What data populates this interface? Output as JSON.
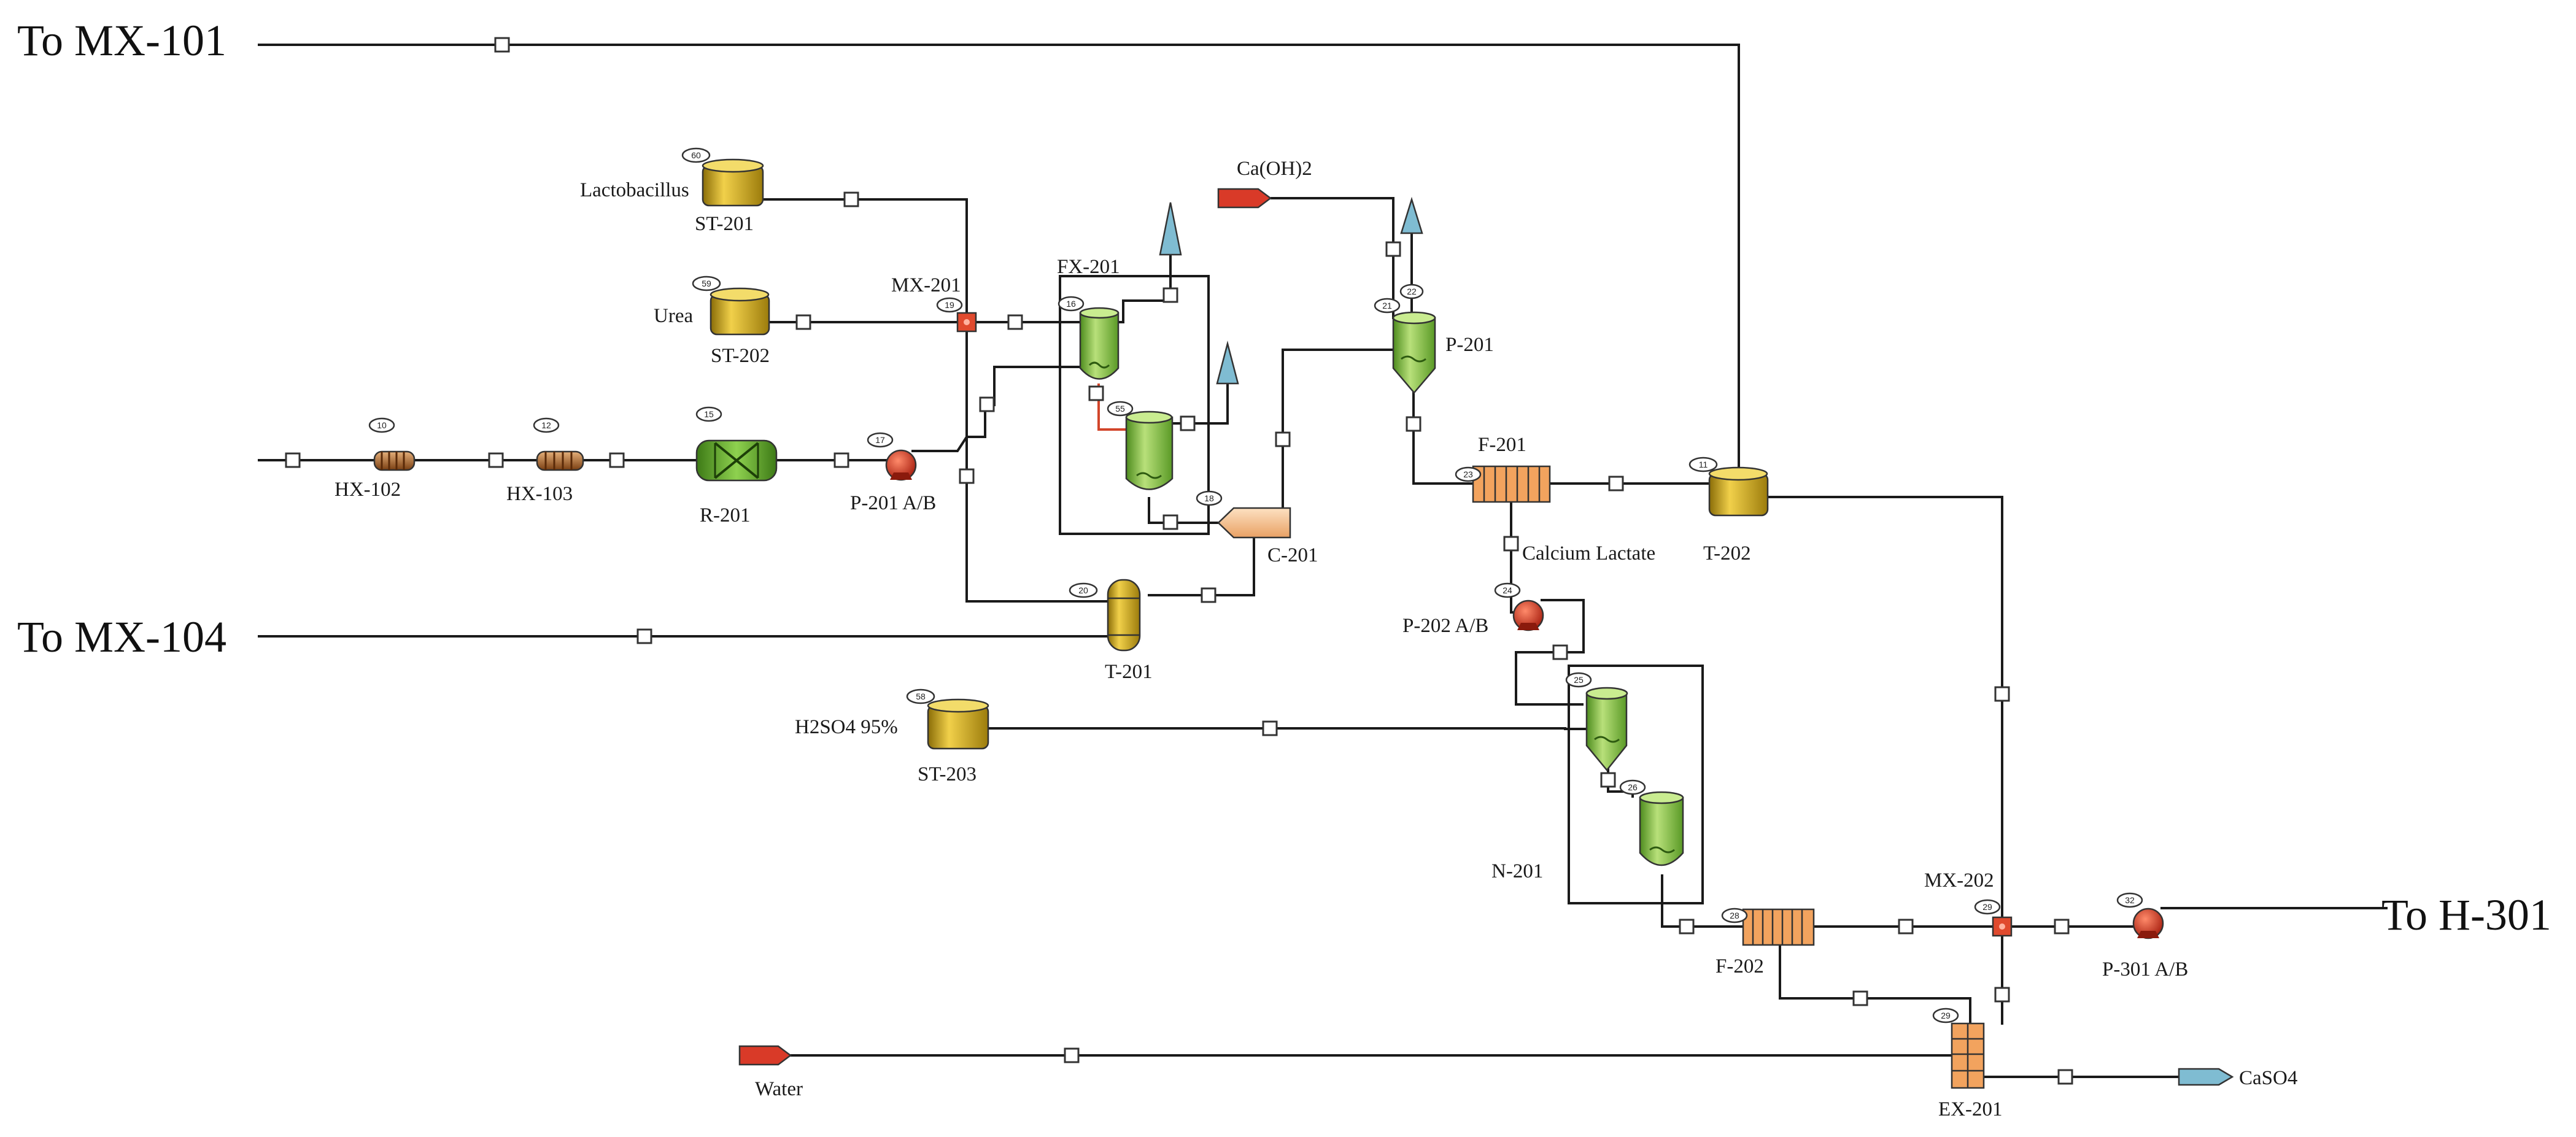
{
  "destinations": {
    "mx101": "To MX-101",
    "mx104": "To MX-104",
    "h301": "To H-301"
  },
  "equipment": {
    "st201": "ST-201",
    "st202": "ST-202",
    "st203": "ST-203",
    "mx201": "MX-201",
    "fx201": "FX-201",
    "hx102": "HX-102",
    "hx103": "HX-103",
    "r201": "R-201",
    "p201ab": "P-201 A/B",
    "c201": "C-201",
    "t201": "T-201",
    "p201": "P-201",
    "f201": "F-201",
    "t202": "T-202",
    "p202ab": "P-202 A/B",
    "n201": "N-201",
    "f202": "F-202",
    "mx202": "MX-202",
    "p301ab": "P-301 A/B",
    "ex201": "EX-201"
  },
  "streams": {
    "lactobacillus": "Lactobacillus",
    "urea": "Urea",
    "caoh2": "Ca(OH)2",
    "calcium_lactate": "Calcium Lactate",
    "h2so4": "H2SO4 95%",
    "water": "Water",
    "caso4": "CaSO4"
  },
  "tags": {
    "st201": "60",
    "st202": "59",
    "st203": "58",
    "mx201": "19",
    "fx201a": "16",
    "fx201b": "55",
    "hx102": "10",
    "hx103": "12",
    "r201": "15",
    "p201ab": "17",
    "c201": "18",
    "t201": "20",
    "p201": "21",
    "p201b": "22",
    "f201": "23",
    "t202": "11",
    "p202ab": "24",
    "n201a": "25",
    "n201b": "26",
    "f202": "28",
    "mx202": "29",
    "p301ab": "32",
    "ex201": "29"
  },
  "colors": {
    "storage_tank": "#c9a51c",
    "fermenter": "#8cc63f",
    "pump": "#d93a28",
    "vent_arrow": "#7fbcd2",
    "filter": "#f2a35e",
    "condenser": "#f7c08a",
    "mixer": "#e04a2e"
  }
}
